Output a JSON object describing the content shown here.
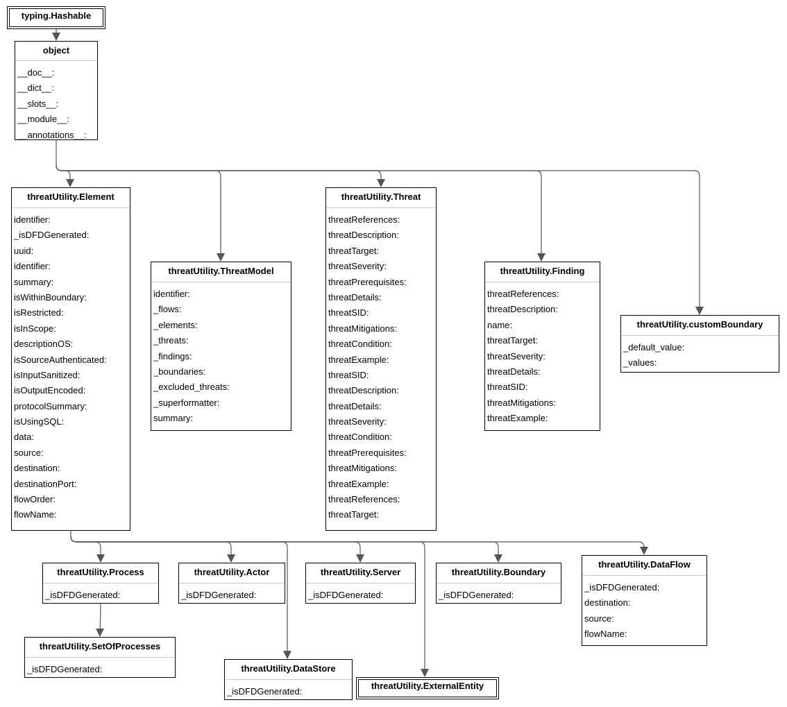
{
  "classes": {
    "hashable": {
      "name": "typing.Hashable",
      "attrs": []
    },
    "object": {
      "name": "object",
      "attrs": [
        "__doc__:",
        "__dict__:",
        "__slots__:",
        "__module__:",
        "__annotations__:"
      ]
    },
    "element": {
      "name": "threatUtility.Element",
      "attrs": [
        "identifier:",
        "_isDFDGenerated:",
        "uuid:",
        "identifier:",
        "summary:",
        "isWithinBoundary:",
        "isRestricted:",
        "isInScope:",
        "descriptionOS:",
        "isSourceAuthenticated:",
        "isInputSanitized:",
        "isOutputEncoded:",
        "protocolSummary:",
        "isUsingSQL:",
        "data:",
        "source:",
        "destination:",
        "destinationPort:",
        "flowOrder:",
        "flowName:"
      ]
    },
    "threatmodel": {
      "name": "threatUtility.ThreatModel",
      "attrs": [
        "identifier:",
        "_flows:",
        "_elements:",
        "_threats:",
        "_findings:",
        "_boundaries:",
        "_excluded_threats:",
        "_superformatter:",
        "summary:"
      ]
    },
    "threat": {
      "name": "threatUtility.Threat",
      "attrs": [
        "threatReferences:",
        "threatDescription:",
        "threatTarget:",
        "threatSeverity:",
        "threatPrerequisites:",
        "threatDetails:",
        "threatSID:",
        "threatMitigations:",
        "threatCondition:",
        "threatExample:",
        "threatSID:",
        "threatDescription:",
        "threatDetails:",
        "threatSeverity:",
        "threatCondition:",
        "threatPrerequisites:",
        "threatMitigations:",
        "threatExample:",
        "threatReferences:",
        "threatTarget:"
      ]
    },
    "finding": {
      "name": "threatUtility.Finding",
      "attrs": [
        "threatReferences:",
        "threatDescription:",
        "name:",
        "threatTarget:",
        "threatSeverity:",
        "threatDetails:",
        "threatSID:",
        "threatMitigations:",
        "threatExample:"
      ]
    },
    "customboundary": {
      "name": "threatUtility.customBoundary",
      "attrs": [
        "_default_value:",
        "_values:"
      ]
    },
    "process": {
      "name": "threatUtility.Process",
      "attrs": [
        "_isDFDGenerated:"
      ]
    },
    "actor": {
      "name": "threatUtility.Actor",
      "attrs": [
        "_isDFDGenerated:"
      ]
    },
    "server": {
      "name": "threatUtility.Server",
      "attrs": [
        "_isDFDGenerated:"
      ]
    },
    "boundary": {
      "name": "threatUtility.Boundary",
      "attrs": [
        "_isDFDGenerated:"
      ]
    },
    "dataflow": {
      "name": "threatUtility.DataFlow",
      "attrs": [
        "_isDFDGenerated:",
        "destination:",
        "source:",
        "flowName:"
      ]
    },
    "setofprocesses": {
      "name": "threatUtility.SetOfProcesses",
      "attrs": [
        "_isDFDGenerated:"
      ]
    },
    "datastore": {
      "name": "threatUtility.DataStore",
      "attrs": [
        "_isDFDGenerated:"
      ]
    },
    "externalentity": {
      "name": "threatUtility.ExternalEntity",
      "attrs": []
    }
  },
  "edges": [
    {
      "from": "hashable",
      "to": "object"
    },
    {
      "from": "object",
      "to": "element"
    },
    {
      "from": "object",
      "to": "threatmodel"
    },
    {
      "from": "object",
      "to": "threat"
    },
    {
      "from": "object",
      "to": "finding"
    },
    {
      "from": "object",
      "to": "customboundary"
    },
    {
      "from": "element",
      "to": "process"
    },
    {
      "from": "element",
      "to": "actor"
    },
    {
      "from": "element",
      "to": "server"
    },
    {
      "from": "element",
      "to": "boundary"
    },
    {
      "from": "element",
      "to": "dataflow"
    },
    {
      "from": "element",
      "to": "datastore"
    },
    {
      "from": "element",
      "to": "externalentity"
    },
    {
      "from": "process",
      "to": "setofprocesses"
    }
  ],
  "colors": {
    "border": "#000000",
    "edge": "#555555",
    "divider": "#c8c8c8"
  }
}
